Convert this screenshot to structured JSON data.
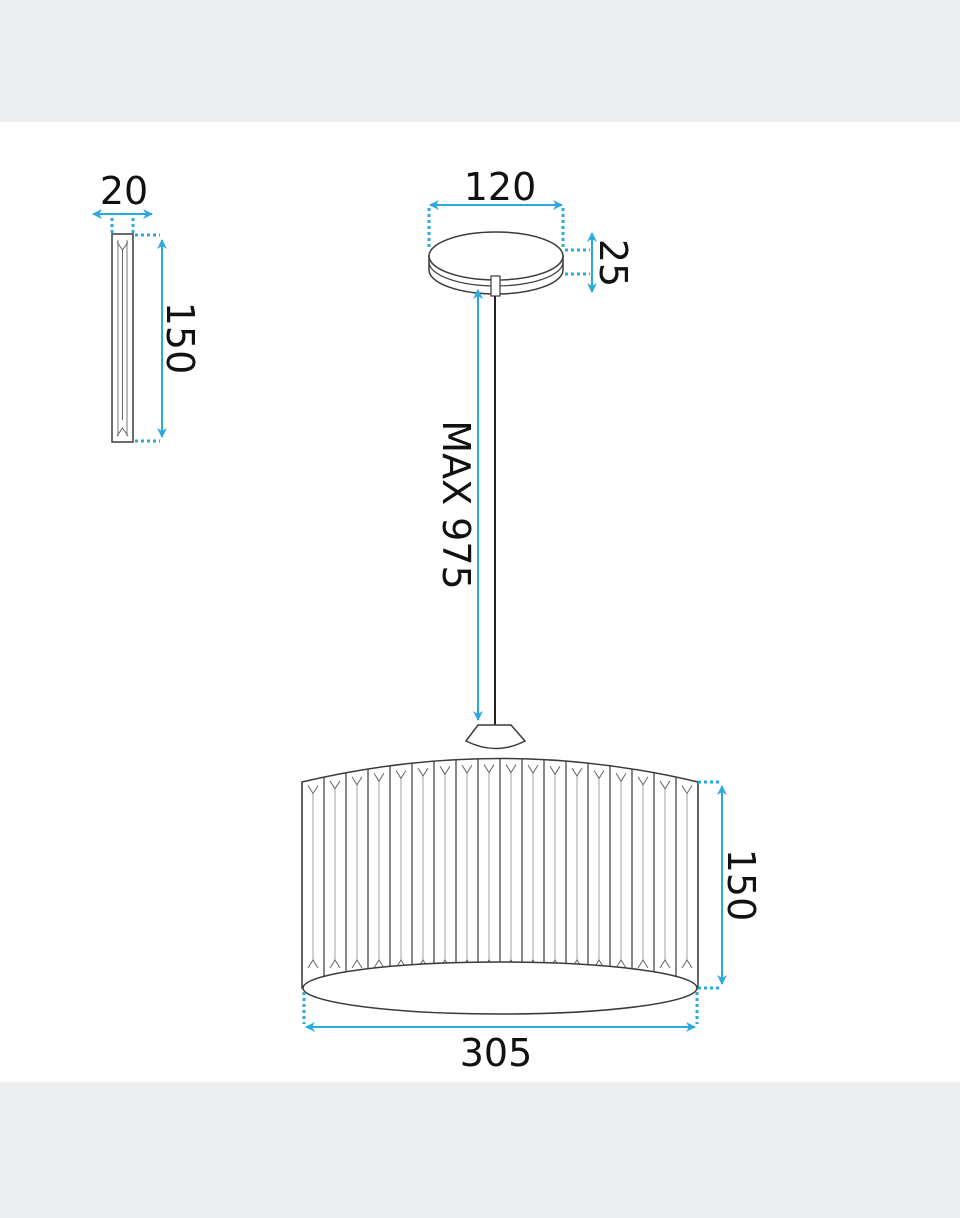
{
  "dimensions": {
    "crystal_width": "20",
    "crystal_height": "150",
    "canopy_width": "120",
    "canopy_height": "25",
    "cable_length": "MAX 975",
    "shade_height": "150",
    "shade_width": "305"
  },
  "colors": {
    "dimension_line": "#29a9de",
    "outline": "#3a3a3a",
    "background": "#ffffff",
    "border_band": "#eceef0"
  }
}
